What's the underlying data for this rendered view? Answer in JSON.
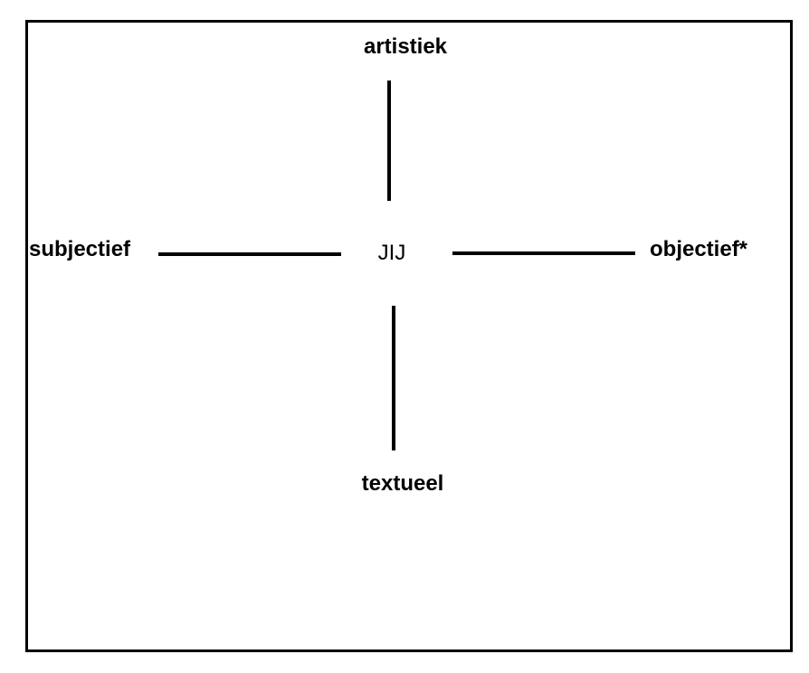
{
  "diagram": {
    "center": {
      "label": "JIJ"
    },
    "axes": {
      "top": {
        "label": "artistiek"
      },
      "right": {
        "label": "objectief*"
      },
      "bottom": {
        "label": "textueel"
      },
      "left": {
        "label": "subjectief"
      }
    },
    "colors": {
      "line": "#000000",
      "text": "#000000",
      "border": "#000000",
      "background": "#ffffff"
    }
  }
}
